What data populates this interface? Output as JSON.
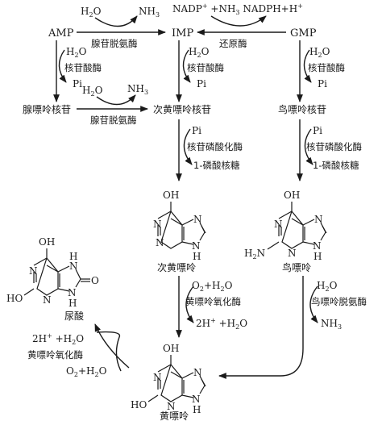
{
  "top": {
    "amp": "AMP",
    "imp": "IMP",
    "gmp": "GMP",
    "h2o_a": "H",
    "h2o_a_sub": "2",
    "h2o_a_tail": "O",
    "nh3_a": "NH",
    "nh3_a_sub": "3",
    "enzyme_amp_deaminase": "腺苷脱氨酶",
    "nadp_line": "NADP",
    "nadp_plus": "+",
    "nadp_nh3": " +NH",
    "nadp_nh3_sub": "3",
    "nadph": "  NADPH+H",
    "nadph_plus": "+",
    "enzyme_reductase": "还原酶"
  },
  "left_col": {
    "h2o": "H",
    "h2o_sub": "2",
    "h2o_tail": "O",
    "enzyme": "核苷酸酶",
    "pi": "Pi",
    "adenosine": "腺嘌呤核苷"
  },
  "mid_row": {
    "h2o": "H",
    "h2o_sub": "2",
    "h2o_tail": "O",
    "nh3": "NH",
    "nh3_sub": "3",
    "enzyme": "腺苷脱氨酶",
    "inosine": "次黄嘌呤核苷"
  },
  "imp_branch": {
    "h2o": "H",
    "h2o_sub": "2",
    "h2o_tail": "O",
    "enzyme": "核苷酸酶",
    "pi": "Pi"
  },
  "gmp_branch": {
    "h2o": "H",
    "h2o_sub": "2",
    "h2o_tail": "O",
    "enzyme": "核苷酸酶",
    "pi": "Pi",
    "guanosine": "鸟嘌呤核苷"
  },
  "phosphorylase_mid": {
    "pi": "Pi",
    "enzyme": "核苷磷酸化酶",
    "ribose": "1-磷酸核糖"
  },
  "phosphorylase_right": {
    "pi": "Pi",
    "enzyme": "核苷磷酸化酶",
    "ribose": "1-磷酸核糖"
  },
  "hypoxanthine": {
    "name": "次黄嘌呤",
    "oh": "OH",
    "n1": "N",
    "n3": "N",
    "n7": "N",
    "nh": "N",
    "h": "H"
  },
  "guanine": {
    "name": "鸟嘌呤",
    "oh": "OH",
    "n1": "N",
    "n3": "N",
    "n7": "N",
    "nh": "N",
    "h": "H",
    "h2n": "H",
    "h2n_sub": "2",
    "h2n_tail": "N"
  },
  "xanthine": {
    "name": "黄嘌呤",
    "oh": "OH",
    "ho": "HO",
    "n1": "N",
    "n3": "N",
    "n7": "N",
    "nh": "N",
    "h": "H"
  },
  "uric_acid": {
    "name": "尿酸",
    "oh": "OH",
    "ho": "HO",
    "n1": "N",
    "n3": "N",
    "nh_top": "N",
    "h_top": "H",
    "nh_bot": "N",
    "h_bot": "H",
    "o": "O"
  },
  "xo1": {
    "o2": "O",
    "o2_sub": "2",
    "plus_h2o": "+H",
    "plus_h2o_sub": "2",
    "plus_h2o_tail": "O",
    "enzyme": "黄嘌呤氧化酶",
    "h_ion": "2H",
    "h_ion_sup": "+",
    "h_ion_tail": " +H",
    "h_ion_sub": "2",
    "h_ion_o": "O"
  },
  "guanase": {
    "h2o": "H",
    "h2o_sub": "2",
    "h2o_tail": "O",
    "enzyme": "鸟嘌呤脱氨酶",
    "nh3": "NH",
    "nh3_sub": "3"
  },
  "xo2": {
    "h_ion": "2H",
    "h_ion_sup": "+",
    "h_ion_tail": " +H",
    "h_ion_sub": "2",
    "h_ion_o": "O",
    "enzyme": "黄嘌呤氧化酶",
    "o2": "O",
    "o2_sub": "2",
    "plus_h2o": "+H",
    "plus_h2o_sub": "2",
    "plus_h2o_tail": "O"
  }
}
